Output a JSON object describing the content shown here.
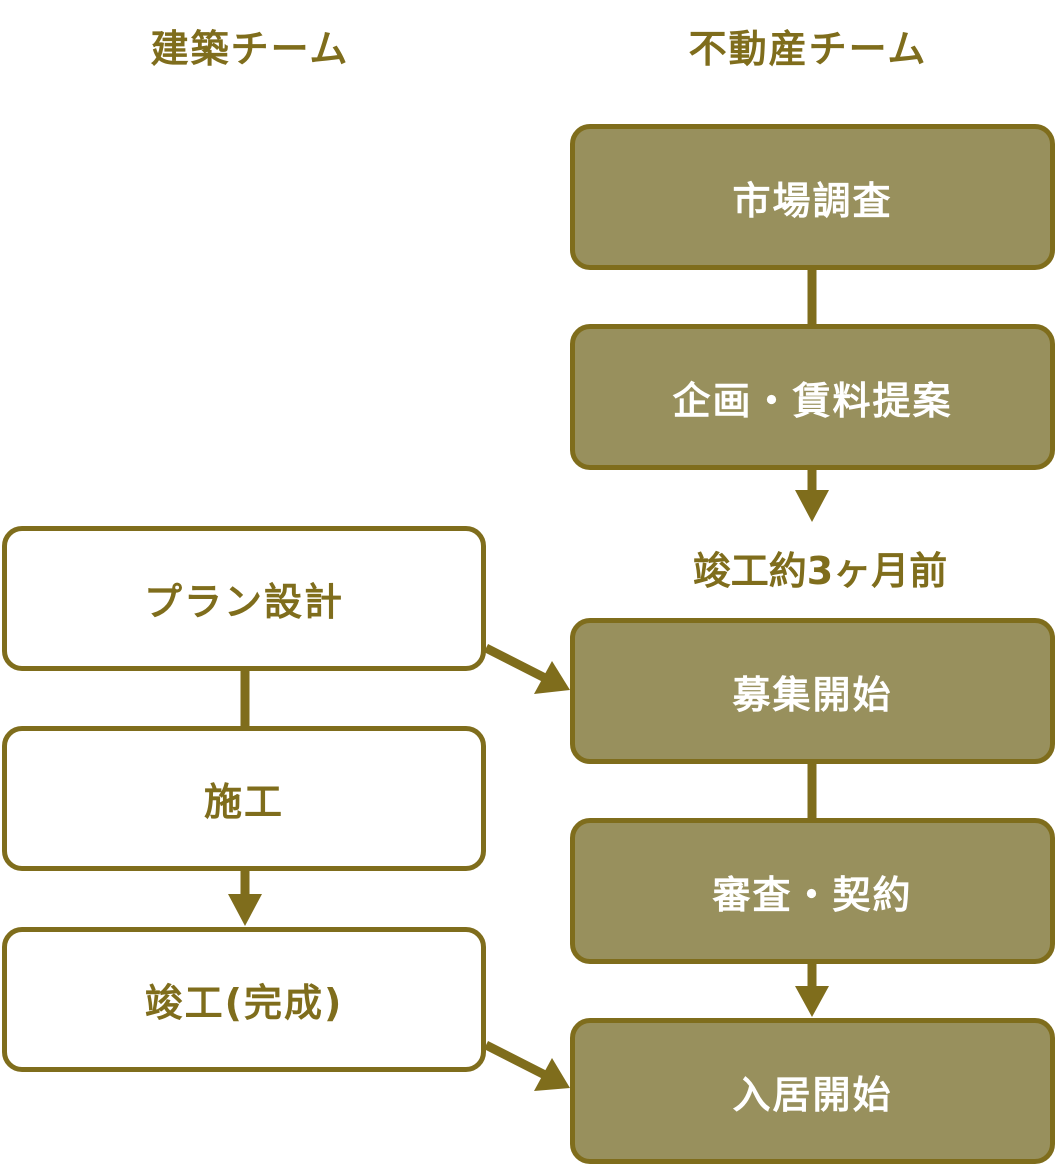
{
  "headers": {
    "construction": "建築チーム",
    "real_estate": "不動産チーム"
  },
  "real_estate_steps": [
    "市場調査",
    "企画・賃料提案",
    "募集開始",
    "審査・契約",
    "入居開始"
  ],
  "construction_steps": [
    "プラン設計",
    "施工",
    "竣工(完成)"
  ],
  "timing_note": "竣工約3ヶ月前",
  "colors": {
    "stroke": "#7f6d1c",
    "fill": "#98905d"
  }
}
